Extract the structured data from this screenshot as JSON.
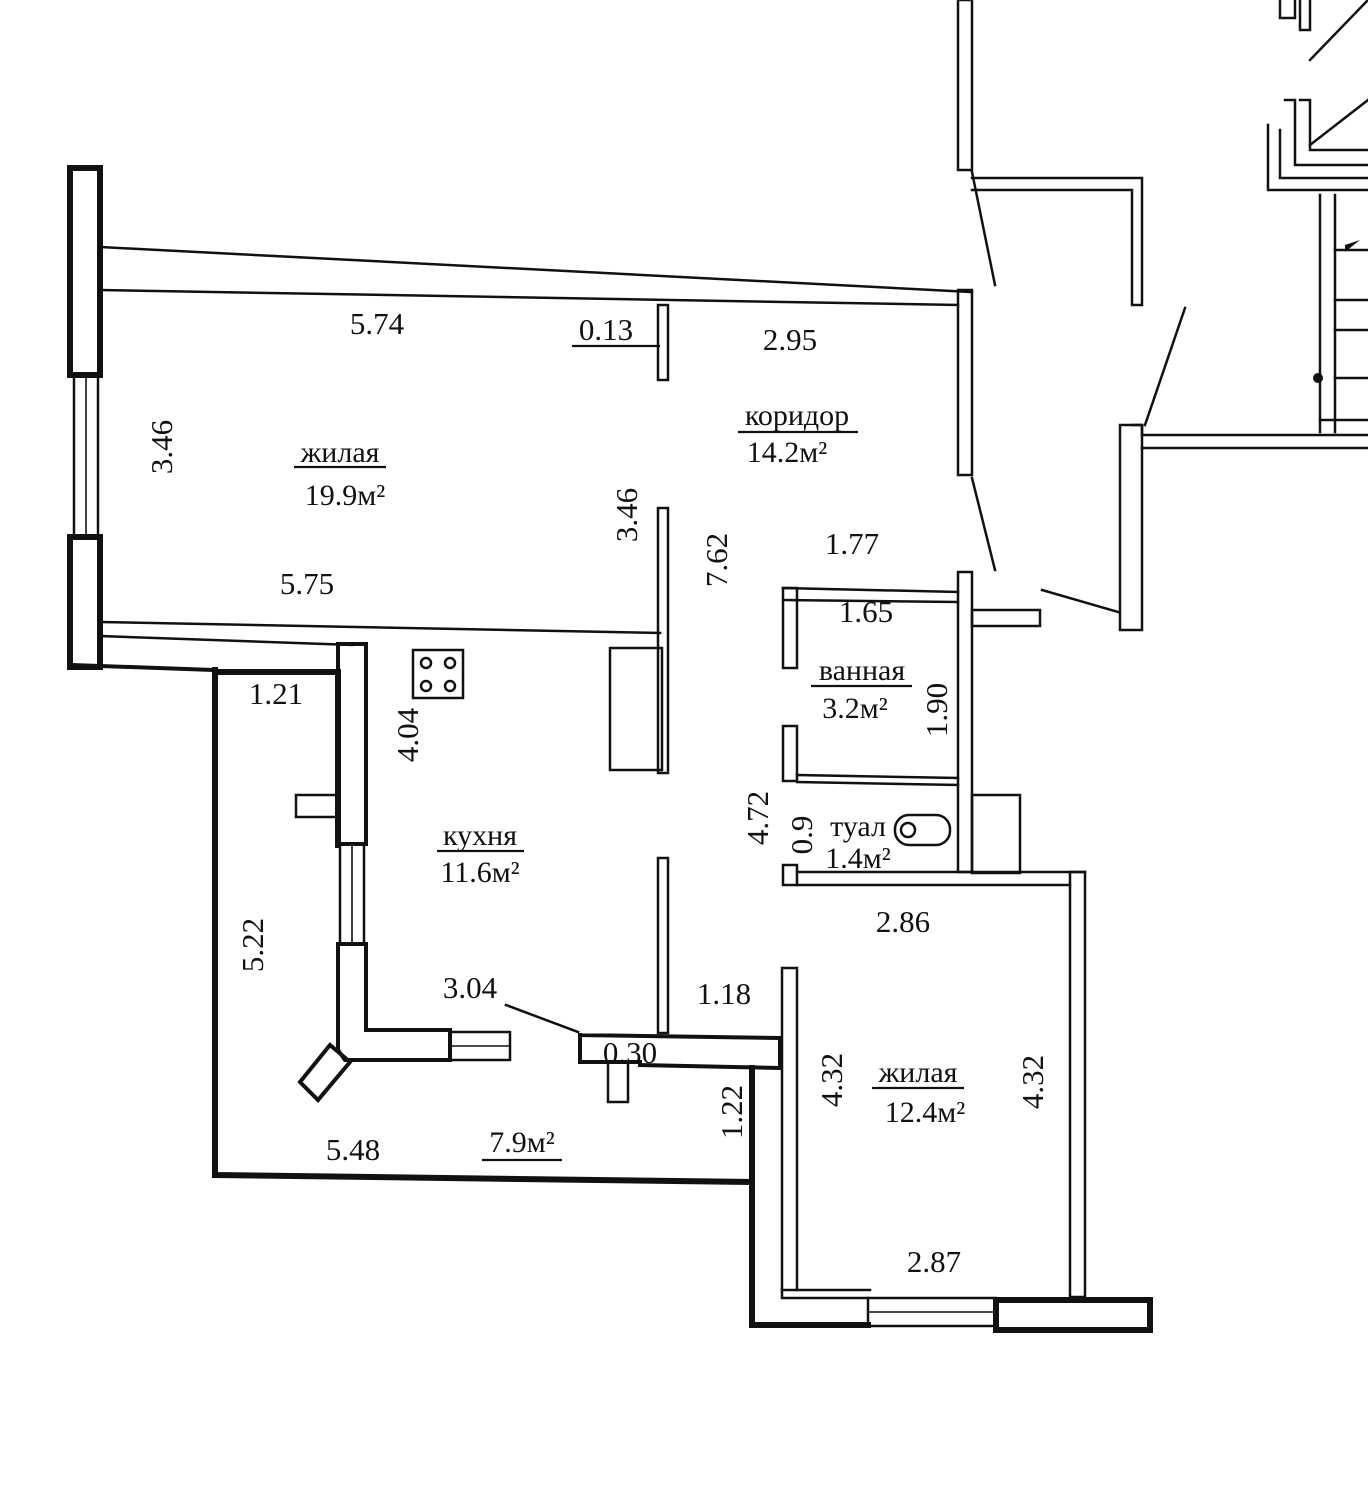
{
  "rooms": {
    "living_large": {
      "label": "жилая",
      "area": "19.9м²"
    },
    "corridor": {
      "label": "коридор",
      "area": "14.2м²"
    },
    "bathroom": {
      "label": "ванная",
      "area": "3.2м²"
    },
    "toilet": {
      "label": "туал",
      "area": "1.4м²"
    },
    "kitchen": {
      "label": "кухня",
      "area": "11.6м²"
    },
    "living_small": {
      "label": "жилая",
      "area": "12.4м²"
    },
    "loggia": {
      "area": "7.9м²"
    }
  },
  "dimensions": {
    "d_574": "5.74",
    "d_013": "0.13",
    "d_295": "2.95",
    "d_346_left": "3.46",
    "d_346_mid": "3.46",
    "d_762": "7.62",
    "d_177": "1.77",
    "d_575": "5.75",
    "d_165": "1.65",
    "d_121": "1.21",
    "d_404": "4.04",
    "d_190": "1.90",
    "d_472": "4.72",
    "d_09": "0.9",
    "d_522": "5.22",
    "d_286": "2.86",
    "d_304": "3.04",
    "d_118": "1.18",
    "d_030": "0.30",
    "d_122": "1.22",
    "d_432_left": "4.32",
    "d_432_right": "4.32",
    "d_548": "5.48",
    "d_287": "2.87"
  },
  "colors": {
    "ink": "#111111",
    "background": "#ffffff"
  }
}
